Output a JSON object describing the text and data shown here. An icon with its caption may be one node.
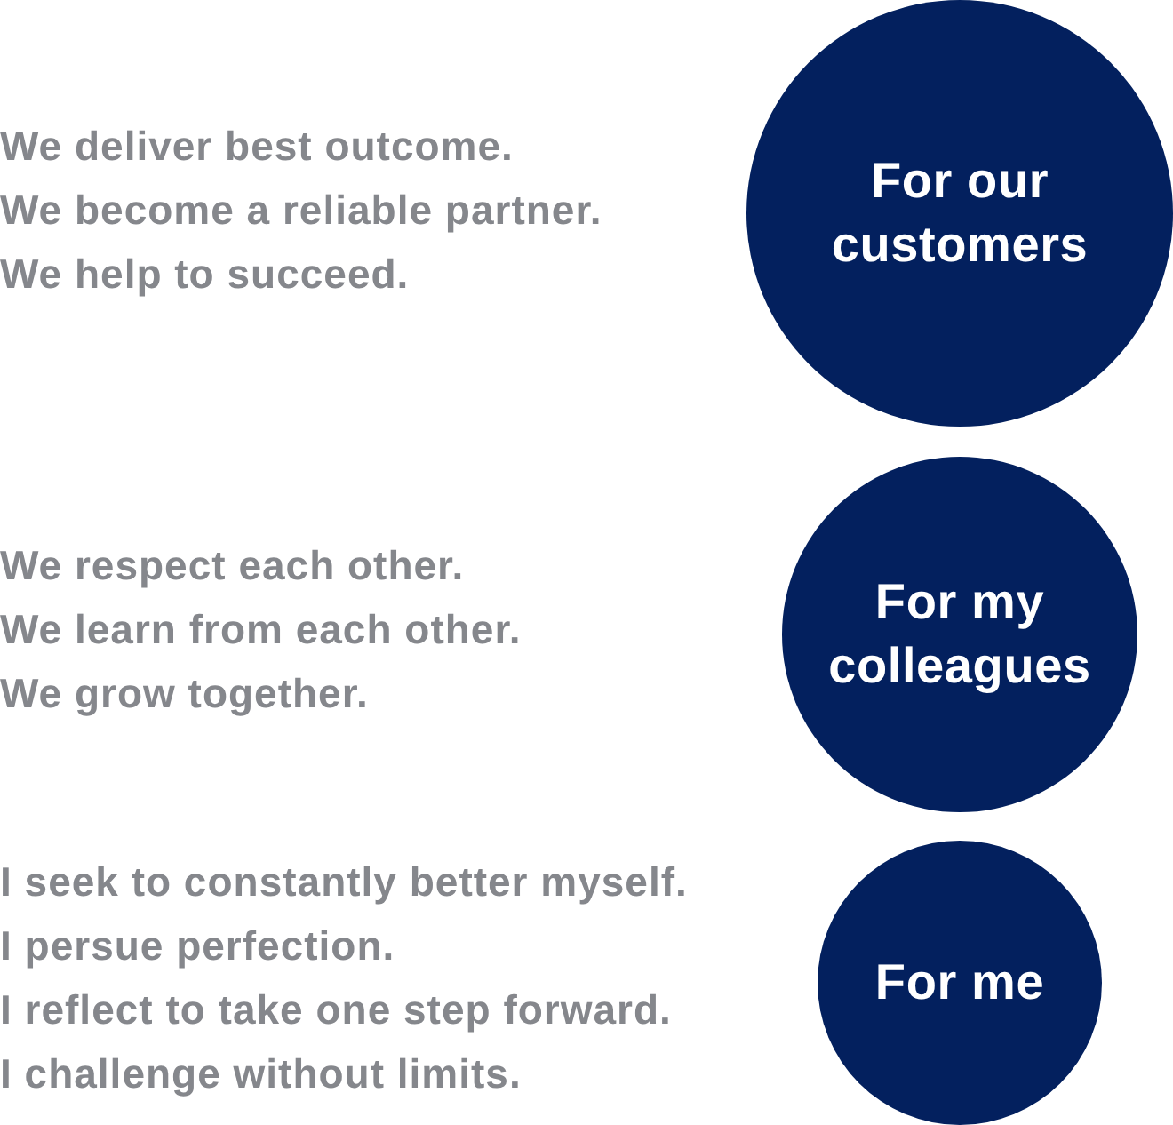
{
  "diagram": {
    "nodes": [
      {
        "text": [
          "For our customers"
        ],
        "beside": [
          "We deliver best outcome.",
          "We become a reliable partner.",
          "We help to succeed."
        ]
      },
      {
        "text": [
          "For my colleagues"
        ],
        "beside": [
          "We respect each other.",
          "We learn from each other.",
          "We grow together."
        ]
      },
      {
        "text": [
          "For me"
        ],
        "beside": [
          "I seek to constantly better myself.",
          "I persue perfection.",
          "I reflect to take one step forward.",
          "I challenge without limits."
        ]
      }
    ],
    "edges": []
  }
}
